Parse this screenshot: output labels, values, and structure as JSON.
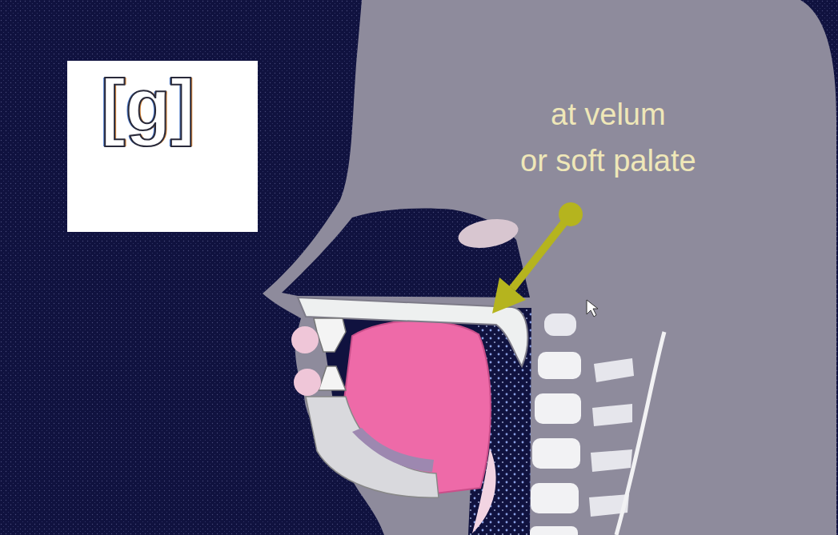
{
  "diagram": {
    "nodes": [
      {
        "text": [
          "[g]"
        ]
      }
    ],
    "labels": [
      "at velum",
      "or soft palate"
    ]
  }
}
